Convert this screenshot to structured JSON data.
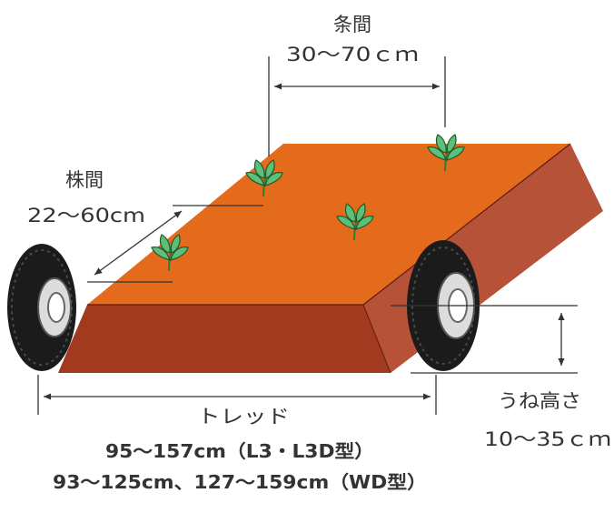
{
  "labels": {
    "row_spacing_title": "条間",
    "row_spacing_value": "30～70ｃｍ",
    "plant_spacing_title": "株間",
    "plant_spacing_value": "22～60cm",
    "ridge_height_title": "うね高さ",
    "ridge_height_value": "10～35ｃｍ",
    "tread_title": "トレッド",
    "tread_value_1": "95～157cm（L3・L3D型）",
    "tread_value_2": "93～125cm、127～159cm（WD型）"
  },
  "icons": {
    "plant": "sprout-icon",
    "wheel": "tractor-wheel"
  },
  "colors": {
    "ridge_top": "#e46a1c",
    "ridge_front": "#a83a1f",
    "ridge_side": "#b7553a",
    "leaf": "#4db56a",
    "tire": "#1e1e1e",
    "dimension_line": "#333333"
  }
}
